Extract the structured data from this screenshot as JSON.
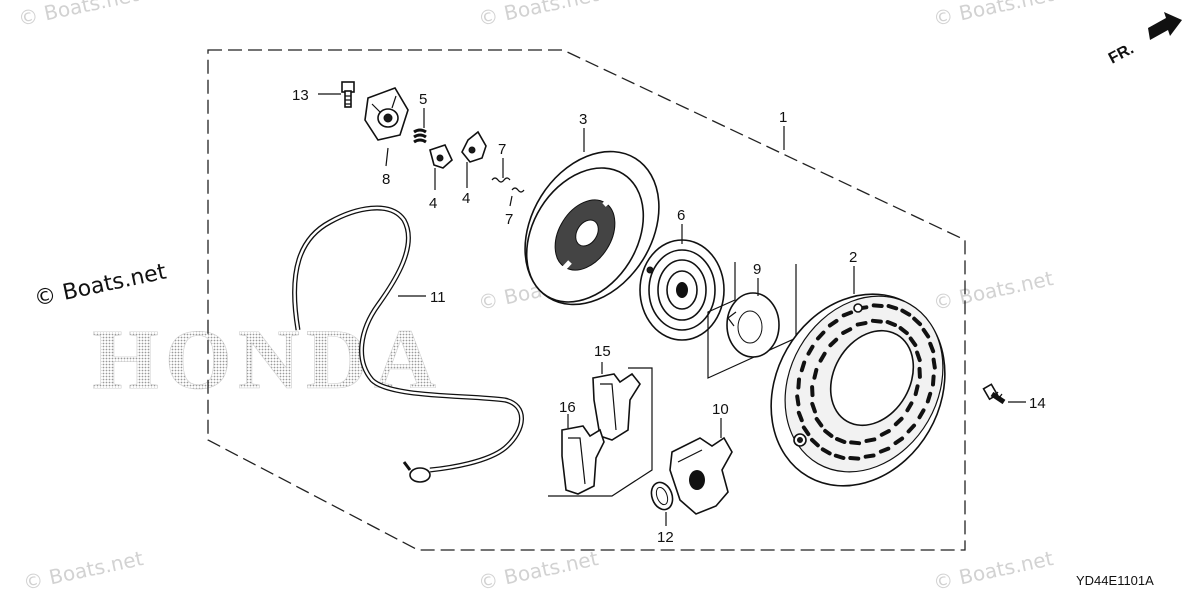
{
  "watermark": {
    "text": "© Boats.net",
    "main_text": "© Boats.net"
  },
  "logo_text": "HONDA",
  "direction_label": "FR.",
  "diagram_code": "YD44E1101A",
  "callouts": [
    "1",
    "2",
    "3",
    "4",
    "4",
    "5",
    "6",
    "7",
    "7",
    "8",
    "9",
    "10",
    "11",
    "12",
    "13",
    "14",
    "15",
    "16"
  ]
}
